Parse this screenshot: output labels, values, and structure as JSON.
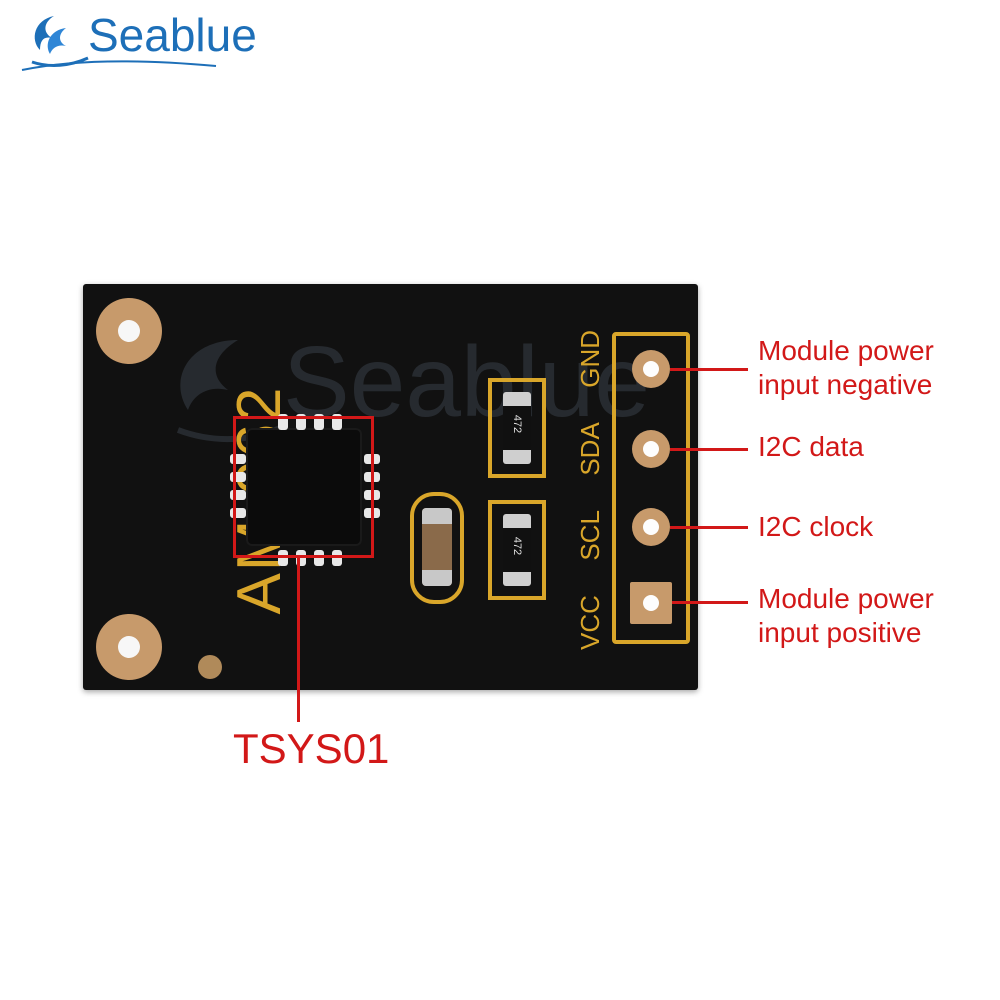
{
  "brand": {
    "name": "Seablue",
    "watermark": "Seablue"
  },
  "board": {
    "model": "AM-062",
    "pin_labels": [
      "VCC",
      "SCL",
      "SDA",
      "GND"
    ],
    "resistor_code": "472"
  },
  "chip": {
    "name": "TSYS01"
  },
  "callouts": {
    "gnd": "Module power\ninput negative",
    "sda": "I2C data",
    "scl": "I2C clock",
    "vcc": "Module power\ninput positive"
  },
  "colors": {
    "brand_blue": "#1d6fb8",
    "pcb_black": "#111111",
    "silkscreen_gold": "#d9a62a",
    "annotation_red": "#d21818"
  }
}
